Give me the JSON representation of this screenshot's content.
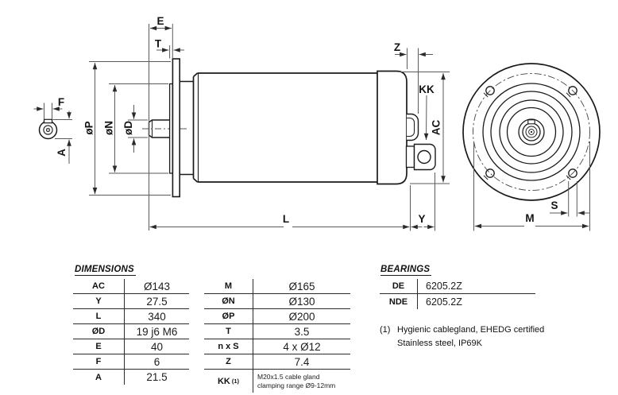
{
  "drawing": {
    "labels": {
      "e": "E",
      "t": "T",
      "z": "Z",
      "kk": "KK",
      "ac": "AC",
      "f": "F",
      "a": "A",
      "dia_p": "øP",
      "dia_n": "øN",
      "dia_d": "øD",
      "l": "L",
      "y": "Y",
      "s": "S",
      "m": "M"
    }
  },
  "dimensions_table": {
    "title": "DIMENSIONS",
    "left_rows": [
      {
        "label": "AC",
        "value": "Ø143"
      },
      {
        "label": "Y",
        "value": "27.5"
      },
      {
        "label": "L",
        "value": "340"
      },
      {
        "label": "ØD",
        "value": "19 j6 M6"
      },
      {
        "label": "E",
        "value": "40"
      },
      {
        "label": "F",
        "value": "6"
      },
      {
        "label": "A",
        "value": "21.5"
      }
    ],
    "right_rows": [
      {
        "label": "M",
        "value": "Ø165"
      },
      {
        "label": "ØN",
        "value": "Ø130"
      },
      {
        "label": "ØP",
        "value": "Ø200"
      },
      {
        "label": "T",
        "value": "3.5"
      },
      {
        "label": "n x S",
        "value": "4 x Ø12"
      },
      {
        "label": "Z",
        "value": "7.4"
      }
    ],
    "kk_row": {
      "label": "KK",
      "sup": "(1)",
      "value_line1": "M20x1.5 cable gland",
      "value_line2": "clamping range Ø9-12mm"
    }
  },
  "bearings_table": {
    "title": "BEARINGS",
    "rows": [
      {
        "label": "DE",
        "value": "6205.2Z"
      },
      {
        "label": "NDE",
        "value": "6205.2Z"
      }
    ]
  },
  "footnote": {
    "marker": "(1)",
    "line1": "Hygienic cablegland, EHEDG certified",
    "line2": "Stainless steel, IP69K"
  }
}
